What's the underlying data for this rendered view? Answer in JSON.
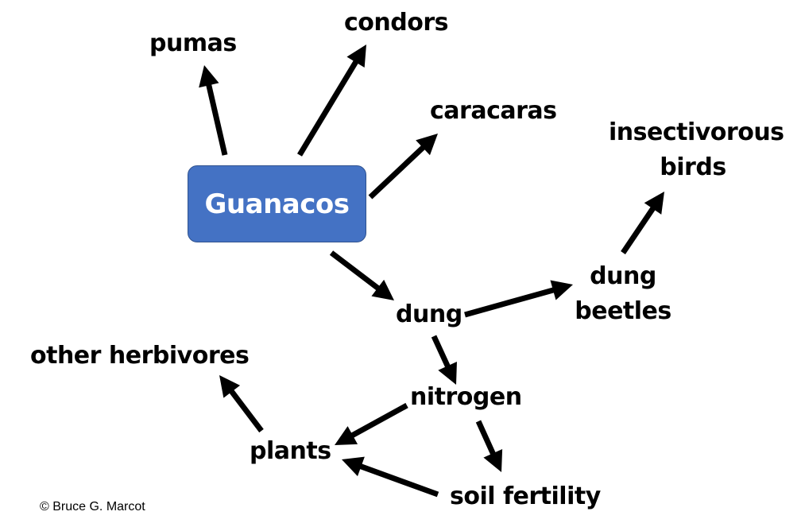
{
  "central": {
    "label": "Guanacos",
    "fill": "#4472c4"
  },
  "nodes": {
    "pumas": "pumas",
    "condors": "condors",
    "caracaras": "caracaras",
    "insectivorous_birds": [
      "insectivorous",
      "birds"
    ],
    "dung": "dung",
    "dung_beetles": [
      "dung",
      "beetles"
    ],
    "other_herbivores": "other herbivores",
    "nitrogen": "nitrogen",
    "plants": "plants",
    "soil_fertility": "soil fertility"
  },
  "edges": [
    {
      "from": "Guanacos",
      "to": "pumas"
    },
    {
      "from": "Guanacos",
      "to": "condors"
    },
    {
      "from": "Guanacos",
      "to": "caracaras"
    },
    {
      "from": "Guanacos",
      "to": "dung"
    },
    {
      "from": "dung",
      "to": "dung beetles"
    },
    {
      "from": "dung beetles",
      "to": "insectivorous birds"
    },
    {
      "from": "dung",
      "to": "nitrogen"
    },
    {
      "from": "nitrogen",
      "to": "plants"
    },
    {
      "from": "nitrogen",
      "to": "soil fertility"
    },
    {
      "from": "soil fertility",
      "to": "plants"
    },
    {
      "from": "plants",
      "to": "other herbivores"
    }
  ],
  "copyright": "© Bruce G. Marcot"
}
